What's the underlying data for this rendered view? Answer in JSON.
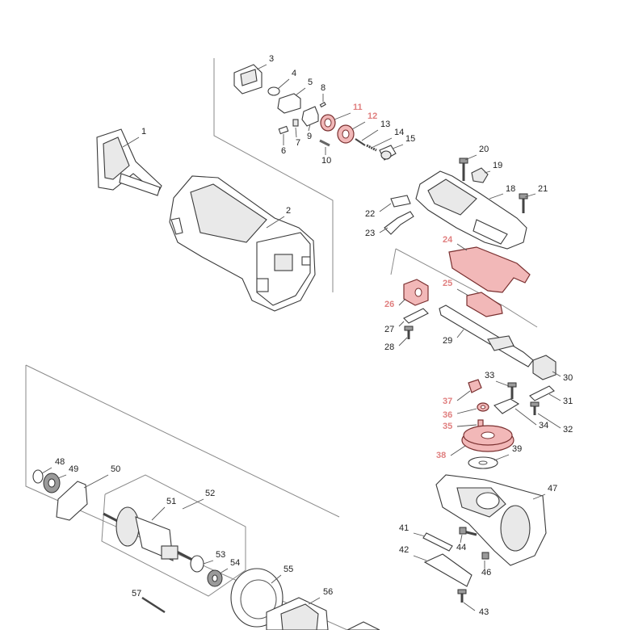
{
  "diagram": {
    "highlight_color": "#f2b8b8",
    "highlight_label_color": "#e07f7f",
    "callouts": [
      {
        "id": "1",
        "text": "1",
        "highlighted": false
      },
      {
        "id": "2",
        "text": "2",
        "highlighted": false
      },
      {
        "id": "3",
        "text": "3",
        "highlighted": false
      },
      {
        "id": "4",
        "text": "4",
        "highlighted": false
      },
      {
        "id": "5",
        "text": "5",
        "highlighted": false
      },
      {
        "id": "6",
        "text": "6",
        "highlighted": false
      },
      {
        "id": "7",
        "text": "7",
        "highlighted": false
      },
      {
        "id": "8",
        "text": "8",
        "highlighted": false
      },
      {
        "id": "9",
        "text": "9",
        "highlighted": false
      },
      {
        "id": "10",
        "text": "10",
        "highlighted": false
      },
      {
        "id": "11",
        "text": "11",
        "highlighted": true
      },
      {
        "id": "12",
        "text": "12",
        "highlighted": true
      },
      {
        "id": "13",
        "text": "13",
        "highlighted": false
      },
      {
        "id": "14",
        "text": "14",
        "highlighted": false
      },
      {
        "id": "15",
        "text": "15",
        "highlighted": false
      },
      {
        "id": "18",
        "text": "18",
        "highlighted": false
      },
      {
        "id": "19",
        "text": "19",
        "highlighted": false
      },
      {
        "id": "20",
        "text": "20",
        "highlighted": false
      },
      {
        "id": "21",
        "text": "21",
        "highlighted": false
      },
      {
        "id": "22",
        "text": "22",
        "highlighted": false
      },
      {
        "id": "23",
        "text": "23",
        "highlighted": false
      },
      {
        "id": "24",
        "text": "24",
        "highlighted": true
      },
      {
        "id": "25",
        "text": "25",
        "highlighted": true
      },
      {
        "id": "26",
        "text": "26",
        "highlighted": true
      },
      {
        "id": "27",
        "text": "27",
        "highlighted": false
      },
      {
        "id": "28",
        "text": "28",
        "highlighted": false
      },
      {
        "id": "29",
        "text": "29",
        "highlighted": false
      },
      {
        "id": "30",
        "text": "30",
        "highlighted": false
      },
      {
        "id": "31",
        "text": "31",
        "highlighted": false
      },
      {
        "id": "32",
        "text": "32",
        "highlighted": false
      },
      {
        "id": "33",
        "text": "33",
        "highlighted": false
      },
      {
        "id": "34",
        "text": "34",
        "highlighted": false
      },
      {
        "id": "35",
        "text": "35",
        "highlighted": true
      },
      {
        "id": "36",
        "text": "36",
        "highlighted": true
      },
      {
        "id": "37",
        "text": "37",
        "highlighted": true
      },
      {
        "id": "38",
        "text": "38",
        "highlighted": true
      },
      {
        "id": "39",
        "text": "39",
        "highlighted": false
      },
      {
        "id": "41",
        "text": "41",
        "highlighted": false
      },
      {
        "id": "42",
        "text": "42",
        "highlighted": false
      },
      {
        "id": "43",
        "text": "43",
        "highlighted": false
      },
      {
        "id": "44",
        "text": "44",
        "highlighted": false
      },
      {
        "id": "46",
        "text": "46",
        "highlighted": false
      },
      {
        "id": "47",
        "text": "47",
        "highlighted": false
      },
      {
        "id": "48",
        "text": "48",
        "highlighted": false
      },
      {
        "id": "49",
        "text": "49",
        "highlighted": false
      },
      {
        "id": "50",
        "text": "50",
        "highlighted": false
      },
      {
        "id": "51",
        "text": "51",
        "highlighted": false
      },
      {
        "id": "52",
        "text": "52",
        "highlighted": false
      },
      {
        "id": "53",
        "text": "53",
        "highlighted": false
      },
      {
        "id": "54",
        "text": "54",
        "highlighted": false
      },
      {
        "id": "55",
        "text": "55",
        "highlighted": false
      },
      {
        "id": "56",
        "text": "56",
        "highlighted": false
      },
      {
        "id": "57",
        "text": "57",
        "highlighted": false
      }
    ]
  }
}
